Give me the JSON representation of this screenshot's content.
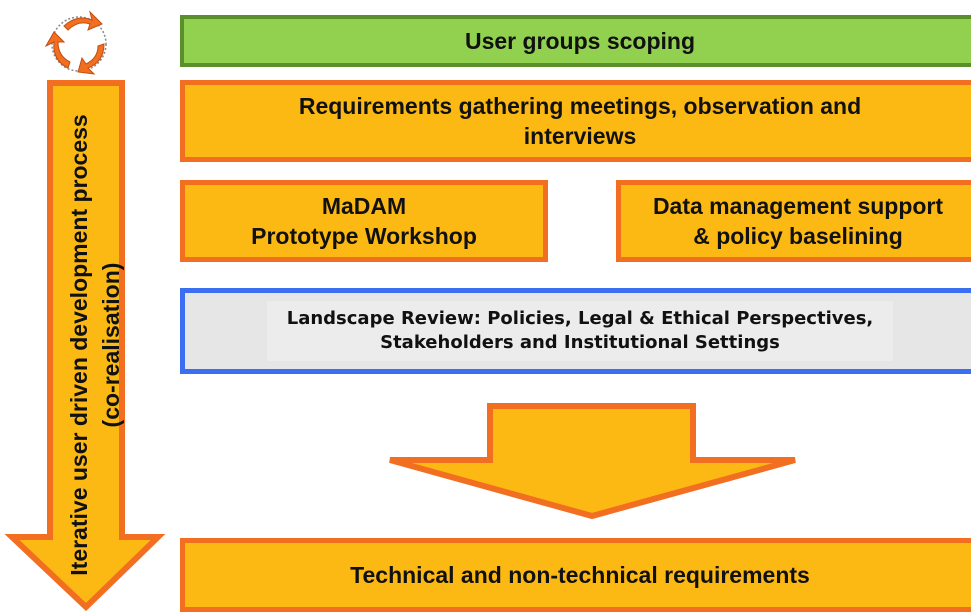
{
  "colors": {
    "box_fill": "#fdb913",
    "box_border": "#f26f21",
    "scoping_fill": "#92d050",
    "landscape_border": "#3b6ef0",
    "landscape_fill": "#e6e6e6"
  },
  "icons": {
    "cycle": "cycle-arrows-icon",
    "side_arrow": "down-arrow-icon",
    "flow_arrow": "down-arrow-icon"
  },
  "side_label": "Iterative user driven development process (co-realisation)",
  "steps": {
    "scoping": "User groups scoping",
    "requirements_gathering_line1": "Requirements gathering meetings, observation and",
    "requirements_gathering_line2": "interviews",
    "madam_line1": "MaDAM",
    "madam_line2": "Prototype Workshop",
    "data_mgmt_line1": "Data management support",
    "data_mgmt_line2": "& policy baselining",
    "landscape_line1": "Landscape Review: Policies, Legal & Ethical Perspectives,",
    "landscape_line2": "Stakeholders and Institutional Settings",
    "output": "Technical and non-technical requirements"
  }
}
